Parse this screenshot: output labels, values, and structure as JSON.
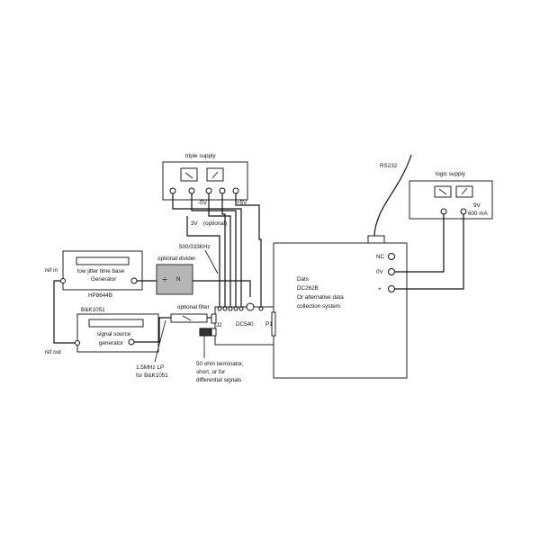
{
  "labels": {
    "triple_supply": "triple supply",
    "minus_5v": "-5V",
    "plus_5v": "+5V",
    "three_v": "3V",
    "optional": "(optional)",
    "rs232": "RS232",
    "logic_supply": "logic supply",
    "nine_v": "9V",
    "current": "600 mA",
    "freq": "500/333KHz",
    "optional_divider": "optional divider",
    "divide_sym": "÷",
    "n": "N",
    "ref_in": "ref in",
    "ref_out": "ref out",
    "gen1_line1": "low jitter time base",
    "gen1_line2": "Generator",
    "gen1_model": "HP8644B",
    "gen2_brand": "B&K1051",
    "gen2_line1": "signal source",
    "gen2_line2": "generator",
    "optional_filter": "optional filter",
    "j2": "J2",
    "dc540": "DC540",
    "p1": "P1",
    "filter_line1": "1.5MHz LP",
    "filter_line2": "for B&K1051",
    "term_line1": "50 ohm terminator,",
    "term_line2": "short, or for",
    "term_line3": "differential signals",
    "nc": "NC",
    "zero_v": "0V",
    "plus": "+",
    "dats_line1": "Dats",
    "dats_line2": "DC262B",
    "dats_line3": "Or alternative data",
    "dats_line4": "collection system"
  }
}
